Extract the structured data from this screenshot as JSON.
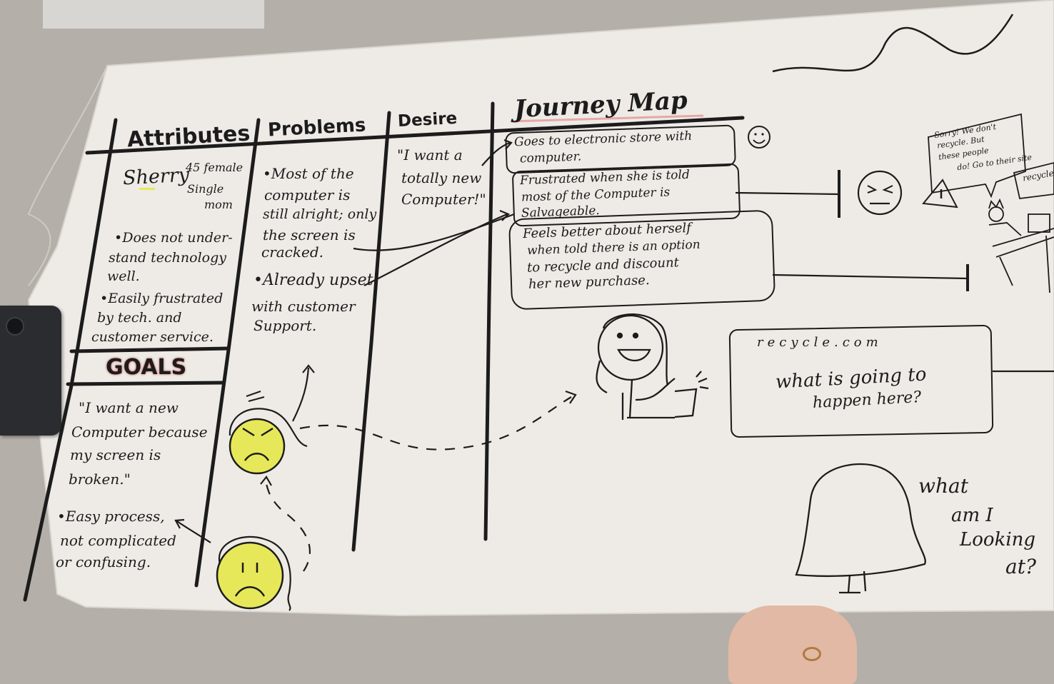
{
  "headers": {
    "attributes": "Attributes",
    "problems": "Problems",
    "desire": "Desire",
    "journey_map": "Journey Map"
  },
  "attributes": {
    "name": "Sherry",
    "age_gender": "45 female",
    "status_line1": "Single",
    "status_line2": "mom",
    "bullet1": [
      "•Does not under-",
      "stand technology",
      "well."
    ],
    "bullet2": [
      "•Easily frustrated",
      "by tech. and",
      "customer service."
    ]
  },
  "goals": {
    "title": "GOALS",
    "quote": [
      "\"I want a new",
      "Computer because",
      "my screen is",
      "broken.\""
    ],
    "bullet": [
      "•Easy process,",
      "not complicated",
      "or confusing."
    ]
  },
  "problems": {
    "bullet1": [
      "•Most of the",
      "computer is",
      "still alright; only",
      "the screen is",
      "cracked."
    ],
    "bullet2": [
      "•Already upset",
      "with customer",
      "Support."
    ]
  },
  "desire": {
    "quote": [
      "\"I want a",
      "totally new",
      "Computer!\""
    ]
  },
  "journey": {
    "step1": [
      "Goes to electronic store with",
      "computer."
    ],
    "step2": [
      "Frustrated when she is told",
      "most of the Computer is",
      "Salvageable."
    ],
    "step3": [
      "Feels better about herself",
      "when told there is an option",
      "to recycle and discount",
      "her new purchase."
    ]
  },
  "speech_bubble": [
    "Sorry! We don't",
    "recycle. But",
    "these people",
    "do! Go to their site"
  ],
  "side_label": "recycle",
  "website": {
    "url": "recycle.com",
    "question": [
      "what is going to",
      "happen here?"
    ]
  },
  "question2": [
    "what",
    "am I",
    "Looking",
    "at?"
  ],
  "colors": {
    "paper": "#eeebe6",
    "ink": "#1c1c1c",
    "highlight_yellow": "#e6e85a",
    "goals_red": "#c94a4a",
    "table": "#b4afa8",
    "phone": "#2a2c30",
    "skin": "#e2b9a4"
  }
}
